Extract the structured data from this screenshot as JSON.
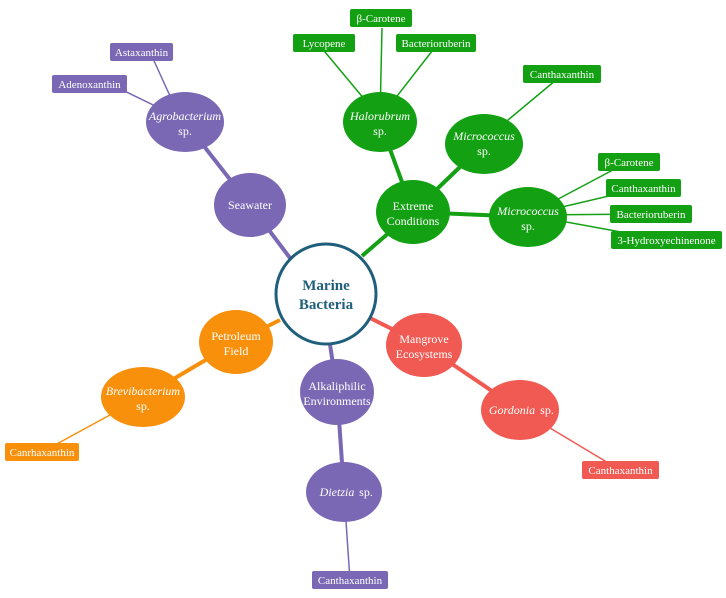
{
  "colors": {
    "purple": "#7a68b4",
    "green": "#13a113",
    "orange": "#f8900c",
    "red": "#f05a52",
    "center_border": "#1f5f7c",
    "center_text": "#1f5f7c"
  },
  "center": {
    "line1": "Marine",
    "line2": "Bacteria"
  },
  "branches": {
    "seawater": {
      "label": "Seawater",
      "genus": {
        "italic": "Agrobacterium",
        "suffix": "sp."
      },
      "pigments": [
        "Astaxanthin",
        "Adenoxanthin"
      ]
    },
    "extreme": {
      "label_line1": "Extreme",
      "label_line2": "Conditions",
      "halorubrum": {
        "italic": "Halorubrum",
        "suffix": "sp.",
        "pigments": [
          "Lycopene",
          "β-Carotene",
          "Bacterioruberin"
        ]
      },
      "micrococcus_upper": {
        "italic": "Micrococcus",
        "suffix": "sp.",
        "pigments": [
          "Canthaxanthin"
        ]
      },
      "micrococcus_lower": {
        "italic": "Micrococcus",
        "suffix": "sp.",
        "pigments": [
          "β-Carotene",
          "Canthaxanthin",
          "Bacterioruberin",
          "3-Hydroxyechinenone"
        ]
      }
    },
    "petroleum": {
      "label_line1": "Petroleum",
      "label_line2": "Field",
      "genus": {
        "italic": "Brevibacterium",
        "suffix": "sp."
      },
      "pigments": [
        "Canrhaxanthin"
      ]
    },
    "alkaliphilic": {
      "label_line1": "Alkaliphilic",
      "label_line2": "Environments",
      "genus": {
        "italic": "Dietzia",
        "suffix": "sp."
      },
      "pigments": [
        "Canthaxanthin"
      ]
    },
    "mangrove": {
      "label_line1": "Mangrove",
      "label_line2": "Ecosystems",
      "genus": {
        "italic": "Gordonia",
        "suffix": "sp."
      },
      "pigments": [
        "Canthaxanthin"
      ]
    }
  }
}
